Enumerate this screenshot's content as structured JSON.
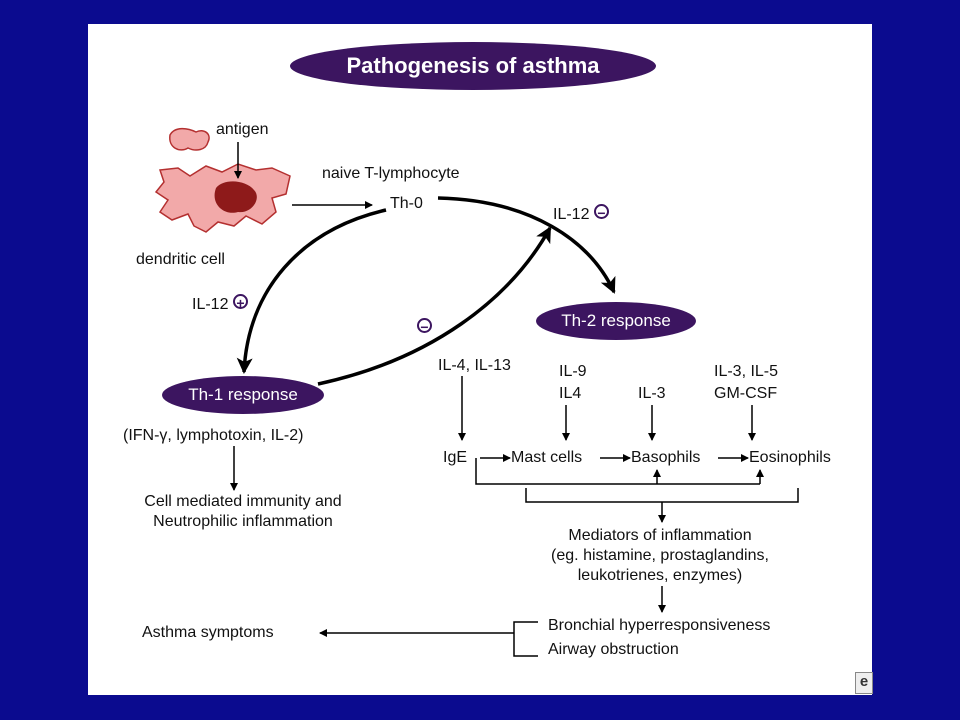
{
  "title": "Pathogenesis of asthma",
  "labels": {
    "antigen": "antigen",
    "naive_t": "naive T-lymphocyte",
    "th0": "Th-0",
    "dendritic": "dendritic cell",
    "il12_minus": "IL-12",
    "il12_plus": "IL-12",
    "th2": "Th-2 response",
    "th1": "Th-1 response",
    "th1_cytokines": "(IFN-γ, lymphotoxin, IL-2)",
    "cell_mediated_1": "Cell mediated immunity and",
    "cell_mediated_2": "Neutrophilic inflammation",
    "il4_il13": "IL-4, IL-13",
    "il9": "IL-9",
    "il4": "IL4",
    "il3": "IL-3",
    "il3_il5": "IL-3, IL-5",
    "gm_csf": "GM-CSF",
    "ige": "IgE",
    "mast": "Mast cells",
    "basophils": "Basophils",
    "eosinophils": "Eosinophils",
    "mediators_1": "Mediators of inflammation",
    "mediators_2": "(eg. histamine, prostaglandins,",
    "mediators_3": "leukotrienes, enzymes)",
    "bronchial": "Bronchial hyperresponsiveness",
    "airway": "Airway obstruction",
    "asthma_symptoms": "Asthma symptoms"
  },
  "signs": {
    "plus": "+",
    "minus": "−"
  },
  "icons": {
    "corner": "e"
  },
  "colors": {
    "background": "#0b0b8f",
    "oval": "#3c1560",
    "cell_fill": "#f2a9a9",
    "cell_core": "#8e1a1a"
  }
}
